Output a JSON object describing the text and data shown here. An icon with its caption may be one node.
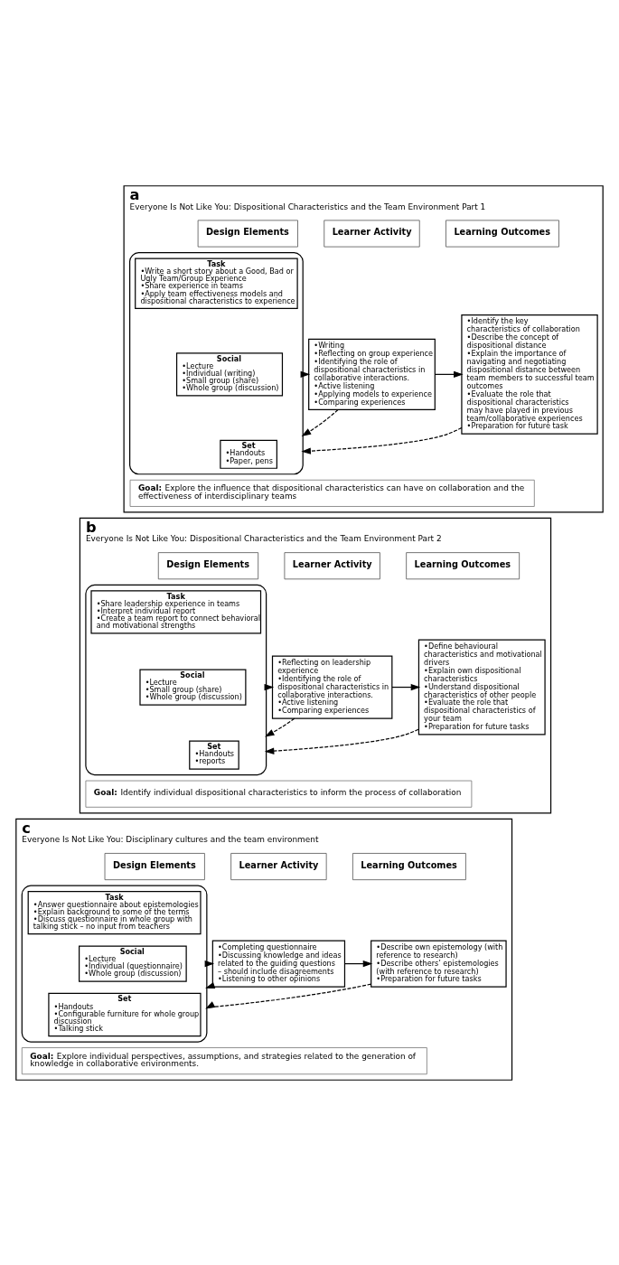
{
  "diagram": {
    "nodes": [
      {
        "text": [
          "a",
          "Everyone Is Not Like You: Dispositional Characteristics and the Team Environment Part 1"
        ]
      },
      {
        "text": [
          "Design Elements"
        ],
        "in": 0
      },
      {
        "text": [
          "Learner Activity"
        ],
        "in": 0
      },
      {
        "text": [
          "Learning Outcomes"
        ],
        "in": 0
      },
      {
        "text": [],
        "shape": "box",
        "in": 0
      },
      {
        "text": [
          "Task",
          "•Write a short story about a Good, Bad or Ugly Team/Group Experience",
          "•Share experience in teams",
          "•Apply team effectiveness models and dispositional characteristics to experience"
        ],
        "in": 4
      },
      {
        "text": [
          "Social",
          "•Lecture",
          "•Individual (writing)",
          "•Small group (share)",
          "•Whole group (discussion)"
        ],
        "in": 4
      },
      {
        "text": [
          "Set",
          "•Handouts",
          "•Paper, pens"
        ],
        "in": 4
      },
      {
        "text": [
          "•Writing",
          "•Reflecting on group experience",
          "•Identifying the role of dispositional characteristics in collaborative interactions.",
          "•Active listening",
          "•Applying models to experience",
          "•Comparing experiences"
        ],
        "in": 0
      },
      {
        "text": [
          "•Identify the key characteristics of collaboration",
          "•Describe the concept of dispositional distance",
          "•Explain the importance of navigating and negotiating dispositional distance between team members to successful team outcomes",
          "•Evaluate the role that dispositional characteristics may have played in previous team/collaborative experiences",
          "•Preparation for future task"
        ],
        "in": 0
      },
      {
        "text": [
          "**Goal:** Explore the influence that dispositional characteristics can have on collaboration and the effectiveness of interdisciplinary teams"
        ],
        "in": 0
      },
      {
        "text": [
          "b",
          "Everyone Is Not Like You: Dispositional Characteristics and the Team Environment Part 2"
        ]
      },
      {
        "text": [
          "Design Elements"
        ],
        "in": 11
      },
      {
        "text": [
          "Learner Activity"
        ],
        "in": 11
      },
      {
        "text": [
          "Learning Outcomes"
        ],
        "in": 11
      },
      {
        "text": [],
        "shape": "box",
        "in": 11
      },
      {
        "text": [
          "Task",
          "•Share leadership experience in teams",
          "•Interpret individual report",
          "•Create a team report to connect behavioral and motivational strengths"
        ],
        "in": 15
      },
      {
        "text": [
          "Social",
          "•Lecture",
          "•Small group (share)",
          "•Whole group (discussion)"
        ],
        "in": 15
      },
      {
        "text": [
          "Set",
          "•Handouts",
          "•reports"
        ],
        "in": 15
      },
      {
        "text": [
          "•Reflecting on leadership experience",
          "•Identifying the role of dispositional characteristics in collaborative interactions.",
          "•Active listening",
          "•Comparing experiences"
        ],
        "in": 11
      },
      {
        "text": [
          "•Define behavioural characteristics and motivational drivers",
          "•Explain own dispositional characteristics",
          "•Understand dispositional characteristics of other people",
          "•Evaluate the role that dispositional characteristics of your team",
          "•Preparation for future tasks"
        ],
        "in": 11
      },
      {
        "text": [
          "**Goal:** Identify individual dispositional characteristics to inform the process of collaboration"
        ],
        "in": 11
      },
      {
        "text": [
          "c",
          "Everyone Is Not Like You: Disciplinary cultures and the team environment"
        ]
      },
      {
        "text": [
          "Design Elements"
        ],
        "in": 22
      },
      {
        "text": [
          "Learner Activity"
        ],
        "in": 22
      },
      {
        "text": [
          "Learning Outcomes"
        ],
        "in": 22
      },
      {
        "text": [],
        "shape": "box",
        "in": 22
      },
      {
        "text": [
          "Task",
          "•Answer questionnaire about epistemologies",
          "•Explain background to some of the terms",
          "•Discuss questionnaire in whole group with talking stick – no input from teachers"
        ],
        "in": 26
      },
      {
        "text": [
          "Social",
          "•Lecture",
          "•Individual (questionnaire)",
          "•Whole group (discussion)"
        ],
        "in": 26
      },
      {
        "text": [
          "Set",
          "•Handouts",
          "•Configurable furniture for whole group discussion",
          "•Talking stick"
        ],
        "in": 26
      },
      {
        "text": [
          "•Completing questionnaire",
          "•Discussing knowledge and ideas related to the guiding questions – should include disagreements",
          "•Listening to other opinions"
        ],
        "in": 22
      },
      {
        "text": [
          "•Describe own epistemology (with reference to research)",
          "•Describe others’ epistemologies (with reference to research)",
          "•Preparation for future tasks"
        ],
        "in": 22
      },
      {
        "text": [
          "**Goal:** Explore individual perspectives, assumptions, and strategies related to the generation of knowledge in collaborative environments."
        ],
        "in": 22
      }
    ],
    "edges": [
      {
        "from": 4,
        "to": 8,
        "arrow": "to"
      },
      {
        "from": 8,
        "to": 9,
        "arrow": "to"
      },
      {
        "from": 8,
        "to": 4,
        "arrow": "to",
        "style": "dashed"
      },
      {
        "from": 9,
        "to": 4,
        "arrow": "to",
        "style": "dashed"
      },
      {
        "from": 15,
        "to": 19,
        "arrow": "to"
      },
      {
        "from": 19,
        "to": 20,
        "arrow": "to"
      },
      {
        "from": 19,
        "to": 15,
        "arrow": "to",
        "style": "dashed"
      },
      {
        "from": 20,
        "to": 15,
        "arrow": "to",
        "style": "dashed"
      },
      {
        "from": 26,
        "to": 30,
        "arrow": "to"
      },
      {
        "from": 30,
        "to": 31,
        "arrow": "to"
      },
      {
        "from": 30,
        "to": 26,
        "arrow": "to",
        "style": "dashed"
      },
      {
        "from": 31,
        "to": 26,
        "arrow": "to",
        "style": "dashed"
      }
    ]
  }
}
